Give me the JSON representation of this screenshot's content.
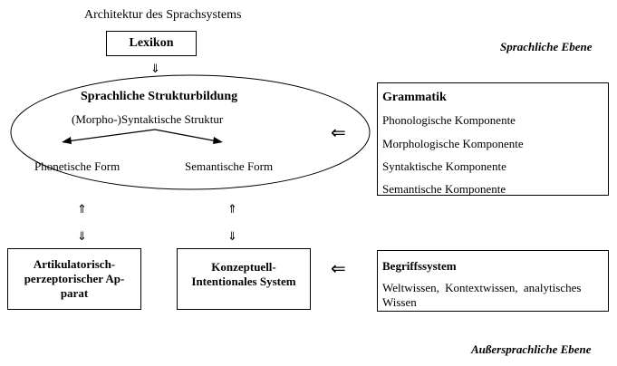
{
  "title": "Architektur des Sprachsystems",
  "lexikon": "Lexikon",
  "level_linguistic": "Sprachliche Ebene",
  "level_extralinguistic": "Außersprachliche Ebene",
  "ellipse": {
    "heading": "Sprachliche Strukturbildung",
    "syntax": "(Morpho-)Syntaktische Struktur",
    "phonetic": "Phonetische Form",
    "semantic": "Semantische Form"
  },
  "grammar": {
    "heading": "Grammatik",
    "components": [
      "Phonologische Komponente",
      "Morphologische Komponente",
      "Syntaktische Komponente",
      "Semantische Komponente"
    ]
  },
  "artic": {
    "line1": "Artikulatorisch-",
    "line2": "perzeptorischer Ap-",
    "line3": "parat"
  },
  "concept": {
    "line1": "Konzeptuell-",
    "line2": "Intentionales System"
  },
  "begriff": {
    "heading": "Begriffssystem",
    "line1": "Weltwissen, Kontextwissen, analytisches",
    "line2": "Wissen"
  },
  "arrows": {
    "down": "⇓",
    "up": "⇑",
    "left": "⇐"
  }
}
